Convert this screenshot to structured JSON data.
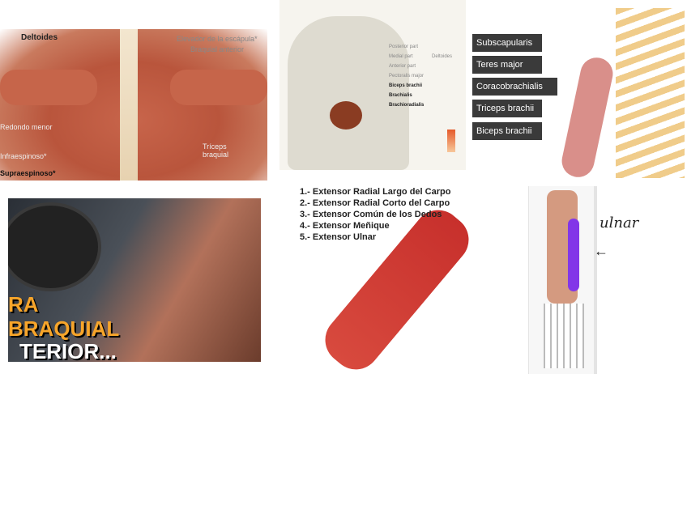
{
  "results": [
    {
      "labels": {
        "deltoides": "Deltoides",
        "elevador": "Elevador de la escápula*",
        "braquial_ant": "Braquial anterior",
        "redondo": "Redondo menor",
        "infra": "Infraespinoso*",
        "supra": "Supraespinoso*",
        "triceps": "Tríceps braquial"
      }
    },
    {
      "labels": [
        "Posterior part",
        "Medial part",
        "Anterior part",
        "Deltoides",
        "Pectoralis major",
        "Biceps brachii",
        "Brachialis",
        "Brachioradialis"
      ]
    },
    {
      "tags": [
        "Subscapularis",
        "Teres major",
        "Coracobrachialis",
        "Triceps brachii",
        "Biceps brachii"
      ]
    },
    {
      "lines": [
        "RA",
        "BRAQUIAL",
        "TERIOR..."
      ]
    },
    {
      "lines": [
        "1.- Extensor  Radial Largo del Carpo",
        "2.- Extensor Radial Corto del Carpo",
        "3.- Extensor Común de los Dedos",
        "4.- Extensor Meñique",
        "5.- Extensor Ulnar"
      ]
    },
    {
      "handwriting": "ulnar"
    }
  ],
  "colors": {
    "muscle": "#c0573e",
    "highlight": "#8236e8",
    "accent": "#f7a52a"
  }
}
